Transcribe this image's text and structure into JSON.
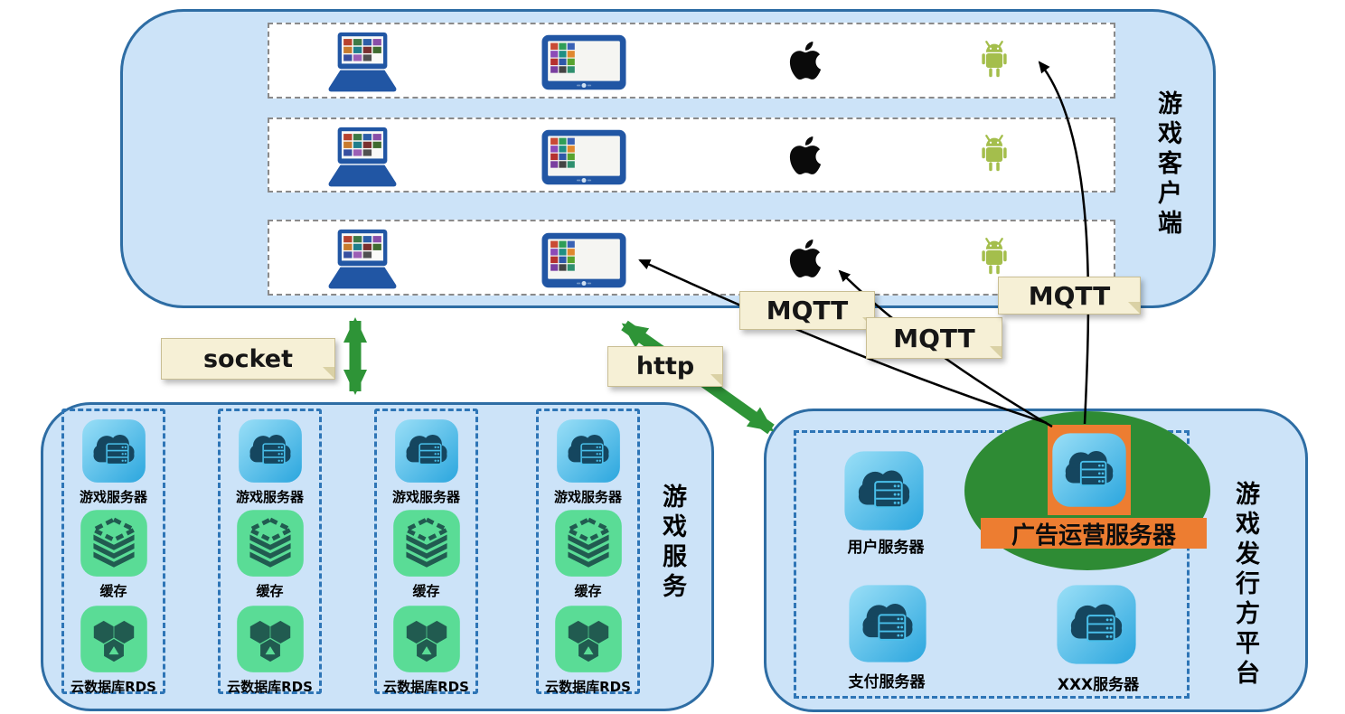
{
  "client": {
    "title": "游戏客户端",
    "row_count": 3,
    "devices": [
      "laptop",
      "tablet",
      "apple-ios",
      "android"
    ]
  },
  "connections": {
    "socket": "socket",
    "http": "http",
    "mqtt_left": "MQTT",
    "mqtt_middle": "MQTT",
    "mqtt_right": "MQTT"
  },
  "game_service": {
    "title": "游戏服务",
    "columns": [
      {
        "server": "游戏服务器",
        "cache": "缓存",
        "database": "云数据库RDS"
      },
      {
        "server": "游戏服务器",
        "cache": "缓存",
        "database": "云数据库RDS"
      },
      {
        "server": "游戏服务器",
        "cache": "缓存",
        "database": "云数据库RDS"
      },
      {
        "server": "游戏服务器",
        "cache": "缓存",
        "database": "云数据库RDS"
      }
    ]
  },
  "publisher": {
    "title": "游戏发行方平台",
    "user_server": "用户服务器",
    "ad_server": "广告运营服务器",
    "payment_server": "支付服务器",
    "xxx_server": "XXX服务器"
  },
  "icons": {
    "laptop": "laptop-icon",
    "tablet": "tablet-icon",
    "apple": "apple-logo-icon",
    "android": "android-robot-icon",
    "cloud_server": "cloud-server-icon",
    "cache": "cache-layers-icon",
    "database": "hexagon-db-icon"
  },
  "colors": {
    "section_fill": "#CCE3F8",
    "section_border": "#2E6DA4",
    "dashed_blue": "#2E75B6",
    "row_dash_gray": "#8A8A8A",
    "green_arrow": "#2E9437",
    "ellipse_green": "#2E8B34",
    "highlight_orange": "#ED7D31",
    "note_fill": "#F6F0D6",
    "icon_dark_navy": "#15465F",
    "icon_blue": "#2BA6DE",
    "icon_green": "#5ADC96",
    "icon_green_dark": "#215B50",
    "android_green": "#A4BE4C",
    "device_blue": "#2156A4"
  }
}
